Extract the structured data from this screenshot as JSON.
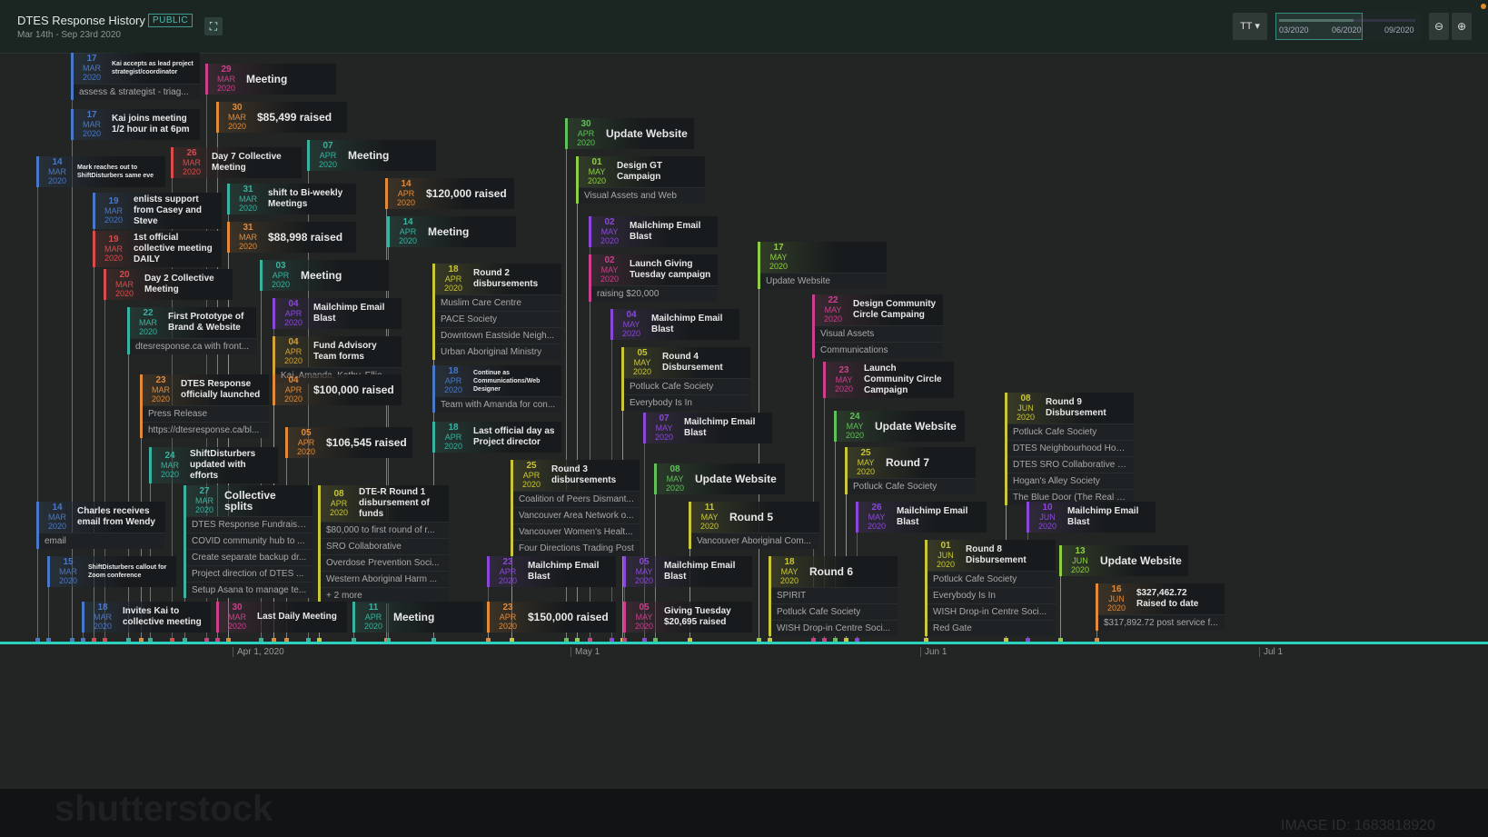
{
  "header": {
    "title": "DTES Response History",
    "badge": "PUBLIC",
    "subtitle": "Mar 14th - Sep 23rd 2020",
    "font_button_label": "TT",
    "range_labels": [
      "03/2020",
      "06/2020",
      "09/2020"
    ]
  },
  "axis_labels": [
    "Apr 1, 2020",
    "May 1",
    "Jun 1",
    "Jul 1"
  ],
  "footer": {
    "watermark": "shutterstock",
    "image_id": "IMAGE ID: 1683818920"
  },
  "colors": {
    "mar": "#4a78c8",
    "marred": "#d84c4c",
    "marpink": "#cc3f8c",
    "marteal": "#39b3a0",
    "aprgreen": "#61c05a",
    "aprgold": "#d1a33a",
    "aproran": "#e18b3a",
    "purple": "#8a48d8",
    "yellow": "#c9c639",
    "lime": "#8fcf45",
    "axis": "#2bd1bd"
  },
  "events": [
    {
      "day": "17",
      "mon": "MAR",
      "yr": "2020",
      "title": "Kai accepts as lead project strategist/coordinator",
      "subs": [
        "assess & strategist - triag..."
      ],
      "tiny": true
    },
    {
      "day": "29",
      "mon": "MAR",
      "yr": "2020",
      "title": "Meeting",
      "subs": [],
      "big": true
    },
    {
      "day": "30",
      "mon": "MAR",
      "yr": "2020",
      "title": "$85,499 raised",
      "subs": [],
      "big": true
    },
    {
      "day": "17",
      "mon": "MAR",
      "yr": "2020",
      "title": "Kai joins meeting 1/2 hour in at 6pm",
      "subs": []
    },
    {
      "day": "07",
      "mon": "APR",
      "yr": "2020",
      "title": "Meeting",
      "subs": [],
      "big": true
    },
    {
      "day": "26",
      "mon": "MAR",
      "yr": "2020",
      "title": "Day 7 Collective Meeting",
      "subs": []
    },
    {
      "day": "14",
      "mon": "MAR",
      "yr": "2020",
      "title": "Mark reaches out to ShiftDisturbers same eve",
      "subs": [],
      "tiny": true
    },
    {
      "day": "31",
      "mon": "MAR",
      "yr": "2020",
      "title": "shift to Bi-weekly Meetings",
      "subs": []
    },
    {
      "day": "19",
      "mon": "MAR",
      "yr": "2020",
      "title": "enlists support from Casey and Steve",
      "subs": []
    },
    {
      "day": "14",
      "mon": "APR",
      "yr": "2020",
      "title": "$120,000 raised",
      "subs": [],
      "big": true
    },
    {
      "day": "31",
      "mon": "MAR",
      "yr": "2020",
      "title": "$88,998 raised",
      "subs": [],
      "big": true
    },
    {
      "day": "14",
      "mon": "APR",
      "yr": "2020",
      "title": "Meeting",
      "subs": [],
      "big": true
    },
    {
      "day": "19",
      "mon": "MAR",
      "yr": "2020",
      "title": "1st official collective meeting DAILY",
      "subs": []
    },
    {
      "day": "03",
      "mon": "APR",
      "yr": "2020",
      "title": "Meeting",
      "subs": [],
      "big": true
    },
    {
      "day": "20",
      "mon": "MAR",
      "yr": "2020",
      "title": "Day 2 Collective Meeting",
      "subs": []
    },
    {
      "day": "04",
      "mon": "APR",
      "yr": "2020",
      "title": "Mailchimp Email Blast",
      "subs": []
    },
    {
      "day": "22",
      "mon": "MAR",
      "yr": "2020",
      "title": "First Prototype of Brand & Website",
      "subs": [
        "dtesresponse.ca with front..."
      ]
    },
    {
      "day": "04",
      "mon": "APR",
      "yr": "2020",
      "title": "Fund Advisory Team forms",
      "subs": [
        "Kai, Amanda, Kathy, Ellie"
      ]
    },
    {
      "day": "23",
      "mon": "MAR",
      "yr": "2020",
      "title": "DTES Response officially launched",
      "subs": [
        "Press Release",
        "https://dtesresponse.ca/bl..."
      ]
    },
    {
      "day": "04",
      "mon": "APR",
      "yr": "2020",
      "title": "$100,000 raised",
      "subs": [],
      "big": true
    },
    {
      "day": "24",
      "mon": "MAR",
      "yr": "2020",
      "title": "ShiftDisturbers updated with efforts",
      "subs": []
    },
    {
      "day": "05",
      "mon": "APR",
      "yr": "2020",
      "title": "$106,545 raised",
      "subs": [],
      "big": true
    },
    {
      "day": "27",
      "mon": "MAR",
      "yr": "2020",
      "title": "Collective splits",
      "subs": [
        "DTES Response Fundraisin...",
        "COVID community hub to ...",
        "Create separate backup dr...",
        "Project direction of DTES ...",
        "Setup Asana to manage te..."
      ],
      "big": true
    },
    {
      "day": "08",
      "mon": "APR",
      "yr": "2020",
      "title": "DTE-R Round 1 disbursement of funds",
      "subs": [
        "$80,000 to first round of r...",
        "SRO Collaborative",
        "Overdose Prevention Soci...",
        "Western Aboriginal Harm ...",
        "+ 2 more"
      ]
    },
    {
      "day": "14",
      "mon": "MAR",
      "yr": "2020",
      "title": "Charles receives email from Wendy",
      "subs": [
        "email"
      ]
    },
    {
      "day": "15",
      "mon": "MAR",
      "yr": "2020",
      "title": "ShiftDisturbers callout for Zoom conference",
      "subs": [],
      "tiny": true
    },
    {
      "day": "18",
      "mon": "MAR",
      "yr": "2020",
      "title": "Invites Kai to collective meeting",
      "subs": []
    },
    {
      "day": "30",
      "mon": "MAR",
      "yr": "2020",
      "title": "Last Daily Meeting",
      "subs": []
    },
    {
      "day": "11",
      "mon": "APR",
      "yr": "2020",
      "title": "Meeting",
      "subs": [],
      "big": true
    },
    {
      "day": "18",
      "mon": "APR",
      "yr": "2020",
      "title": "Round 2 disbursements",
      "subs": [
        "Muslim Care Centre",
        "PACE Society",
        "Downtown Eastside Neigh...",
        "Urban Aboriginal Ministry"
      ]
    },
    {
      "day": "18",
      "mon": "APR",
      "yr": "2020",
      "title": "Continue as Communications/Web Designer",
      "subs": [
        "Team with Amanda for con..."
      ],
      "tiny": true
    },
    {
      "day": "18",
      "mon": "APR",
      "yr": "2020",
      "title": "Last official day as Project director",
      "subs": []
    },
    {
      "day": "30",
      "mon": "APR",
      "yr": "2020",
      "title": "Update Website",
      "subs": [],
      "big": true
    },
    {
      "day": "01",
      "mon": "MAY",
      "yr": "2020",
      "title": "Design GT Campaign",
      "subs": [
        "Visual Assets and Web"
      ]
    },
    {
      "day": "02",
      "mon": "MAY",
      "yr": "2020",
      "title": "Mailchimp Email Blast",
      "subs": []
    },
    {
      "day": "02",
      "mon": "MAY",
      "yr": "2020",
      "title": "Launch Giving Tuesday campaign",
      "subs": [
        "raising $20,000"
      ]
    },
    {
      "day": "04",
      "mon": "MAY",
      "yr": "2020",
      "title": "Mailchimp Email Blast",
      "subs": []
    },
    {
      "day": "05",
      "mon": "MAY",
      "yr": "2020",
      "title": "Round 4 Disbursement",
      "subs": [
        "Potluck Cafe Society",
        "Everybody Is In"
      ]
    },
    {
      "day": "07",
      "mon": "MAY",
      "yr": "2020",
      "title": "Mailchimp Email Blast",
      "subs": []
    },
    {
      "day": "25",
      "mon": "APR",
      "yr": "2020",
      "title": "Round 3 disbursements",
      "subs": [
        "Coalition of Peers Dismant...",
        "Vancouver Area Network o...",
        "Vancouver Women's Healt...",
        "Four Directions Trading Post"
      ]
    },
    {
      "day": "08",
      "mon": "MAY",
      "yr": "2020",
      "title": "Update Website",
      "subs": [],
      "big": true
    },
    {
      "day": "11",
      "mon": "MAY",
      "yr": "2020",
      "title": "Round 5",
      "subs": [
        "Vancouver Aboriginal Com..."
      ],
      "big": true
    },
    {
      "day": "23",
      "mon": "APR",
      "yr": "2020",
      "title": "Mailchimp Email Blast",
      "subs": []
    },
    {
      "day": "05",
      "mon": "MAY",
      "yr": "2020",
      "title": "Mailchimp Email Blast",
      "subs": []
    },
    {
      "day": "23",
      "mon": "APR",
      "yr": "2020",
      "title": "$150,000 raised",
      "subs": [],
      "big": true
    },
    {
      "day": "05",
      "mon": "MAY",
      "yr": "2020",
      "title": "Giving Tuesday $20,695 raised",
      "subs": []
    },
    {
      "day": "17",
      "mon": "MAY",
      "yr": "2020",
      "title": "",
      "subs": [
        "Update Website"
      ]
    },
    {
      "day": "18",
      "mon": "MAY",
      "yr": "2020",
      "title": "Round 6",
      "subs": [
        "SPIRIT",
        "Potluck Cafe Society",
        "WISH Drop-in Centre Soci..."
      ],
      "big": true
    },
    {
      "day": "22",
      "mon": "MAY",
      "yr": "2020",
      "title": "Design Community Circle Campaing",
      "subs": [
        "Visual Assets",
        "Communications"
      ]
    },
    {
      "day": "23",
      "mon": "MAY",
      "yr": "2020",
      "title": "Launch Community Circle Campaign",
      "subs": []
    },
    {
      "day": "24",
      "mon": "MAY",
      "yr": "2020",
      "title": "Update Website",
      "subs": [],
      "big": true
    },
    {
      "day": "25",
      "mon": "MAY",
      "yr": "2020",
      "title": "Round 7",
      "subs": [
        "Potluck Cafe Society"
      ],
      "big": true
    },
    {
      "day": "26",
      "mon": "MAY",
      "yr": "2020",
      "title": "Mailchimp Email Blast",
      "subs": []
    },
    {
      "day": "01",
      "mon": "JUN",
      "yr": "2020",
      "title": "Round 8 Disbursement",
      "subs": [
        "Potluck Cafe Society",
        "Everybody Is In",
        "WISH Drop-in Centre Soci...",
        "Red Gate"
      ]
    },
    {
      "day": "08",
      "mon": "JUN",
      "yr": "2020",
      "title": "Round 9 Disbursement",
      "subs": [
        "Potluck Cafe Society",
        "DTES Neighbourhood House",
        "DTES SRO Collaborative (S...",
        "Hogan's Alley Society",
        "The Blue Door (The Real C..."
      ]
    },
    {
      "day": "10",
      "mon": "JUN",
      "yr": "2020",
      "title": "Mailchimp Email Blast",
      "subs": []
    },
    {
      "day": "13",
      "mon": "JUN",
      "yr": "2020",
      "title": "Update Website",
      "subs": [],
      "big": true
    },
    {
      "day": "16",
      "mon": "JUN",
      "yr": "2020",
      "title": "$327,462.72 Raised to date",
      "subs": [
        "$317,892.72 post service f..."
      ]
    }
  ]
}
